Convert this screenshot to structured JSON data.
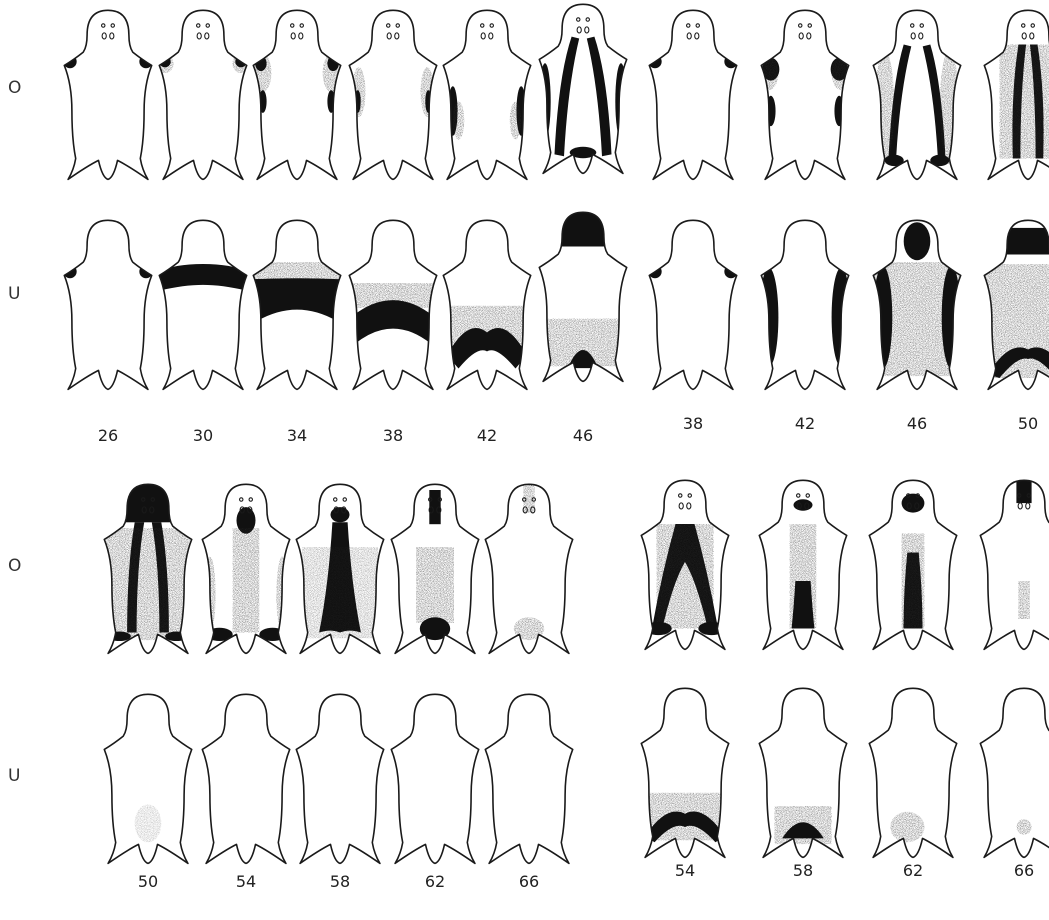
{
  "row_labels": {
    "upper": "O",
    "lower": "U"
  },
  "groups": [
    {
      "id": "top-left",
      "numbers": [
        "26",
        "30",
        "34",
        "38",
        "42",
        "46"
      ]
    },
    {
      "id": "top-right",
      "numbers": [
        "38",
        "42",
        "46",
        "50"
      ]
    },
    {
      "id": "bottom-left",
      "numbers": [
        "50",
        "54",
        "58",
        "62",
        "66"
      ]
    },
    {
      "id": "bottom-right",
      "numbers": [
        "54",
        "58",
        "62",
        "66"
      ]
    }
  ],
  "colors": {
    "ink": "#111111",
    "stipple": "#2a2a2a",
    "outline": "#1a1a1a"
  }
}
